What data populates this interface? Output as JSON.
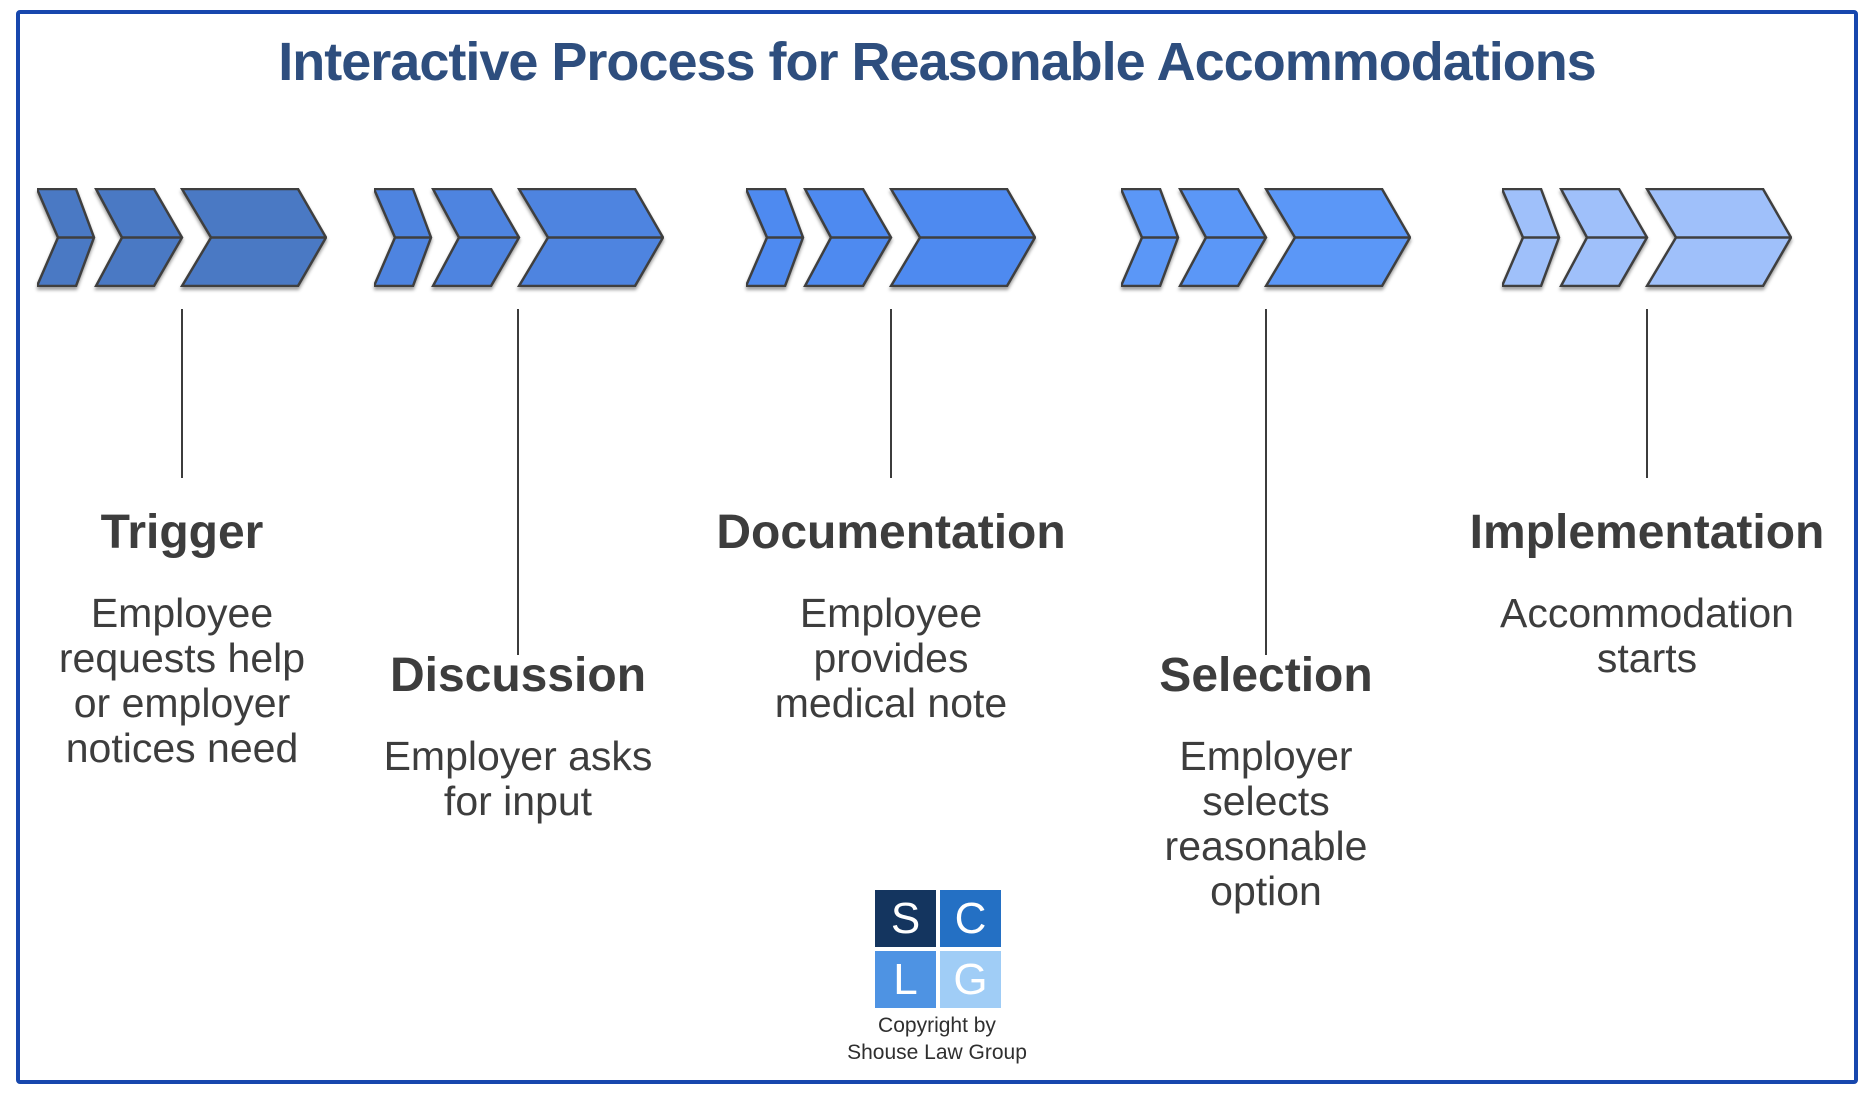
{
  "title": "Interactive Process for Reasonable Accommodations",
  "frame_color": "#1747ad",
  "title_color": "#2e4e7e",
  "text_color": "#3d3d3d",
  "steps": [
    {
      "heading": "Trigger",
      "lines": [
        "Employee",
        "requests help",
        "or employer",
        "notices need"
      ],
      "chevron_color": "#4a79c4",
      "chevron_icon": "triple-chevron-right"
    },
    {
      "heading": "Discussion",
      "lines": [
        "Employer asks",
        "for input"
      ],
      "chevron_color": "#4e84e0",
      "chevron_icon": "triple-chevron-right"
    },
    {
      "heading": "Documentation",
      "lines": [
        "Employee",
        "provides",
        "medical note"
      ],
      "chevron_color": "#4e8af0",
      "chevron_icon": "triple-chevron-right"
    },
    {
      "heading": "Selection",
      "lines": [
        "Employer",
        "selects",
        "reasonable",
        "option"
      ],
      "chevron_color": "#5b97f7",
      "chevron_icon": "triple-chevron-right"
    },
    {
      "heading": "Implementation",
      "lines": [
        "Accommodation",
        "starts"
      ],
      "chevron_color": "#9fc0fa",
      "chevron_icon": "triple-chevron-right"
    }
  ],
  "footer": {
    "logo": {
      "letters": [
        "S",
        "C",
        "L",
        "G"
      ],
      "quadrant_colors": [
        "#14355f",
        "#2470c4",
        "#4e93e3",
        "#a0cdf6"
      ]
    },
    "copyright_line1": "Copyright by",
    "copyright_line2": "Shouse Law Group"
  }
}
